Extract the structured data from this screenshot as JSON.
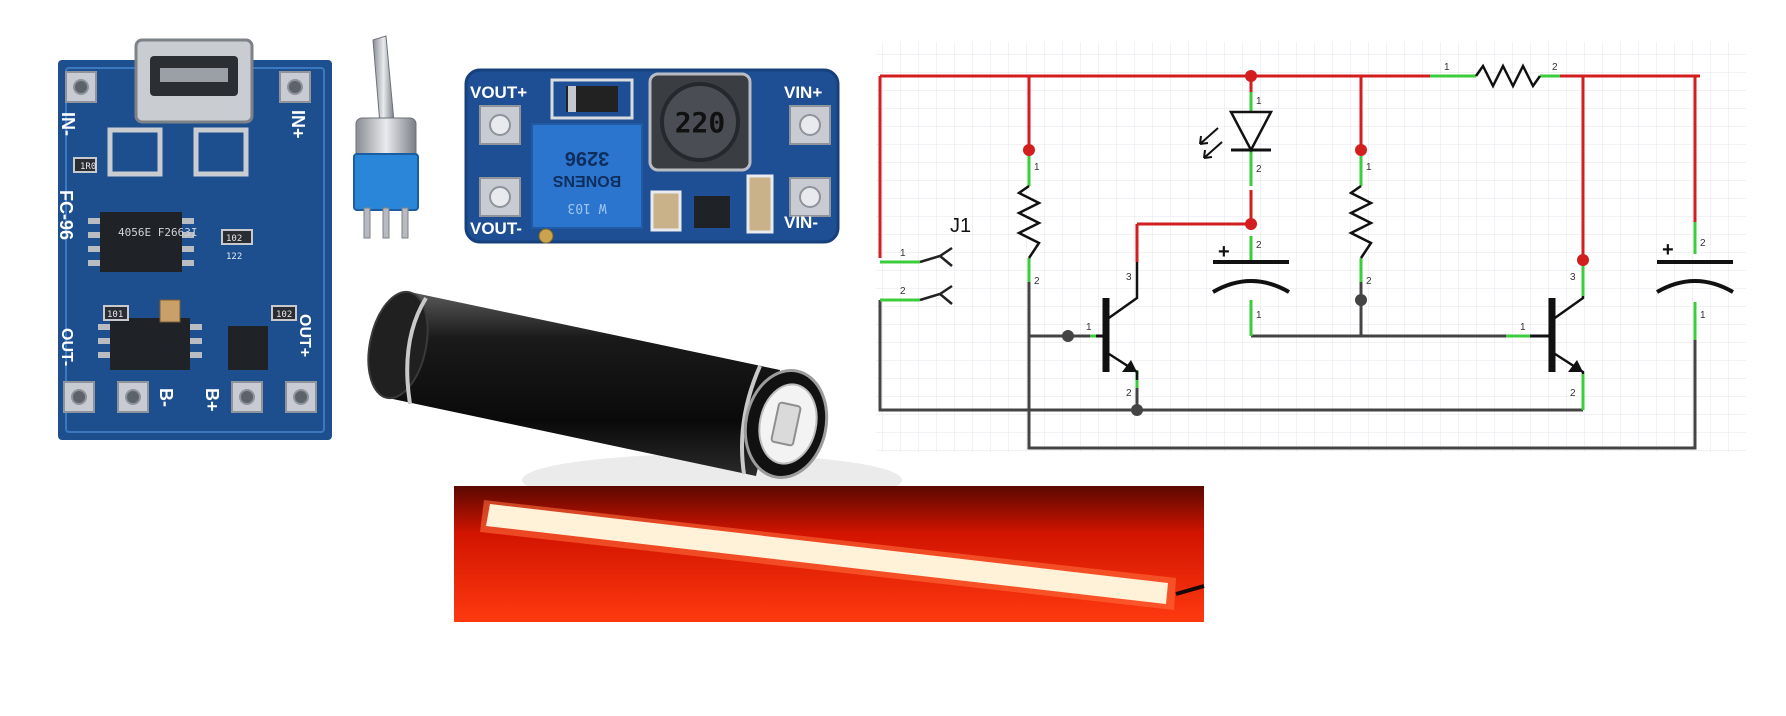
{
  "colors": {
    "background": "#ffffff",
    "pcb_blue": "#1a4e8f",
    "pcb_light": "#2f6db3",
    "wire_red": "#d21e1e",
    "wire_gray": "#444444",
    "pin_green": "#3ccd3c",
    "grid": "#e4e6ec",
    "led_glow": "#ff2a10"
  },
  "charger_board": {
    "label_in_minus": "IN-",
    "label_in_plus": "IN+",
    "label_model": "FC-96",
    "label_out_minus": "OUT-",
    "label_out_plus": "OUT+",
    "label_b_minus": "B-",
    "label_b_plus": "B+",
    "chip_main": "4056E F2663I",
    "res_r1": "1R0",
    "res_r2": "102",
    "res_r3": "122",
    "res_r4": "101",
    "res_r5": "102"
  },
  "boost_board": {
    "label_vout_plus": "VOUT+",
    "label_vout_minus": "VOUT-",
    "label_vin_plus": "VIN+",
    "label_vin_minus": "VIN-",
    "inductor_value": "220",
    "trimpot_brand": "BONENS",
    "trimpot_model": "3296",
    "trimpot_value": "W 103"
  },
  "schematic": {
    "connector_label": "J1",
    "pin_1": "1",
    "pin_2": "2",
    "pin_3": "3",
    "cap_plus": "+"
  }
}
